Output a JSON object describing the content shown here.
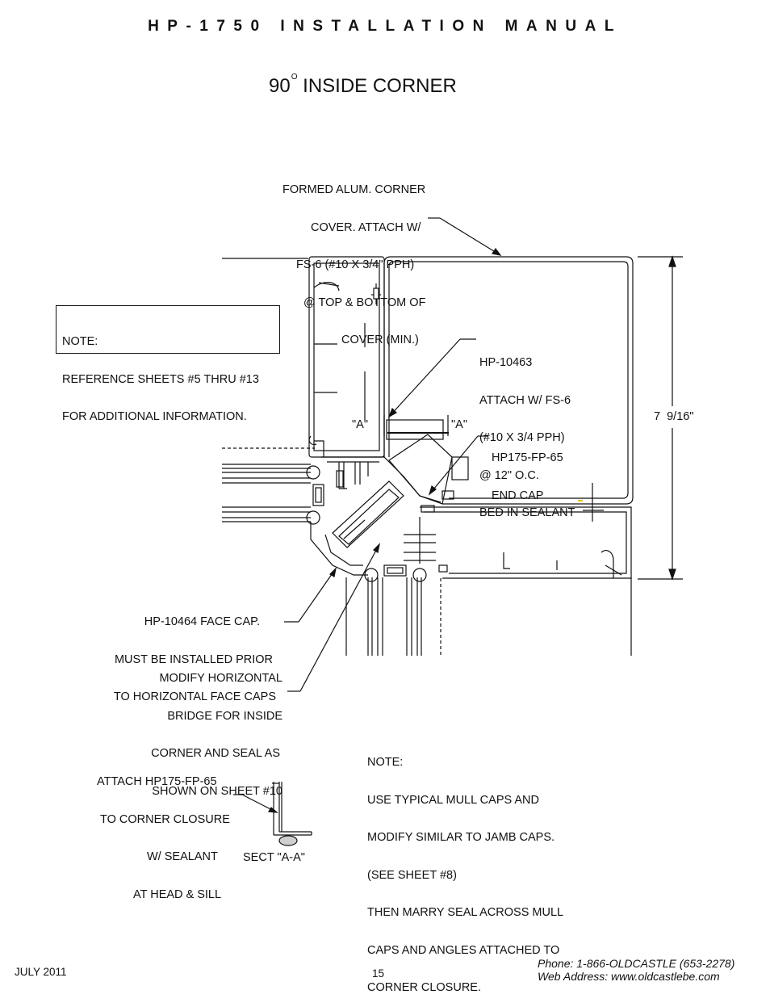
{
  "header": {
    "title": "HP-1750  INSTALLATION  MANUAL"
  },
  "sheet": {
    "title": "90",
    "title_degree": "O",
    "title_rest": "INSIDE CORNER"
  },
  "callouts": {
    "corner_cover": [
      "FORMED ALUM. CORNER",
      "COVER. ATTACH W/",
      "FS-6 (#10 X 3/4\" PPH)",
      "@ TOP & BOTTOM OF",
      "COVER (MIN.)"
    ],
    "note_reference": [
      "NOTE:",
      "REFERENCE SHEETS #5 THRU #13",
      "FOR ADDITIONAL INFORMATION."
    ],
    "hp10463": [
      "HP-10463",
      "ATTACH W/ FS-6",
      "(#10 X 3/4 PPH)",
      "@ 12\" O.C.",
      "BED IN SEALANT"
    ],
    "section_a_left": "\"A\"",
    "section_a_right": "\"A\"",
    "end_cap": [
      "HP175-FP-65",
      "END CAP"
    ],
    "dimension": "7  9/16\"",
    "face_cap": [
      "HP-10464 FACE CAP.",
      "MUST BE INSTALLED PRIOR",
      "TO HORIZONTAL FACE CAPS"
    ],
    "modify_bridge": [
      "MODIFY HORIZONTAL",
      "BRIDGE FOR INSIDE",
      "CORNER AND SEAL AS",
      "SHOWN ON SHEET #10"
    ],
    "attach_closure": [
      "ATTACH HP175-FP-65",
      "TO CORNER CLOSURE",
      "W/ SEALANT",
      "AT HEAD & SILL"
    ],
    "note_mull": [
      "NOTE:",
      "USE TYPICAL MULL CAPS AND",
      "MODIFY SIMILAR TO JAMB CAPS.",
      "(SEE SHEET #8)",
      "THEN MARRY SEAL ACROSS MULL",
      "CAPS AND ANGLES ATTACHED TO",
      "CORNER CLOSURE."
    ],
    "section_label": "SECT \"A-A\""
  },
  "footer": {
    "date": "JULY 2011",
    "page": "15",
    "phone": "Phone: 1-866-OLDCASTLE (653-2278)",
    "web": "Web Address: www.oldcastlebe.com"
  },
  "colors": {
    "ink": "#111111",
    "accent_dot": "#e8c400"
  }
}
